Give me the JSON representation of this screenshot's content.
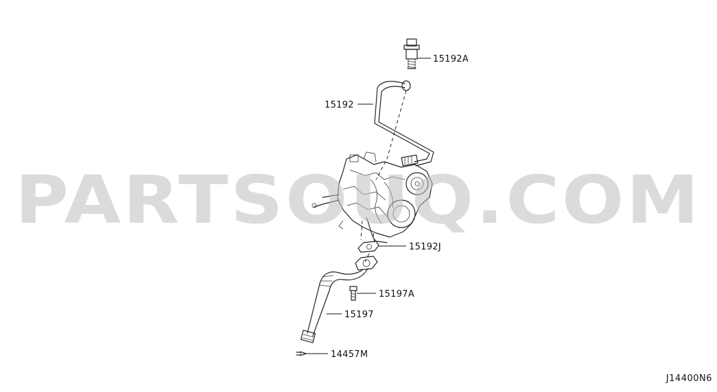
{
  "watermark": "PARTSOUQ.COM",
  "diagram_code": "J14400N6",
  "parts": [
    {
      "id": "15192A"
    },
    {
      "id": "15192"
    },
    {
      "id": "15192J"
    },
    {
      "id": "15197A"
    },
    {
      "id": "15197"
    },
    {
      "id": "14457M"
    }
  ]
}
